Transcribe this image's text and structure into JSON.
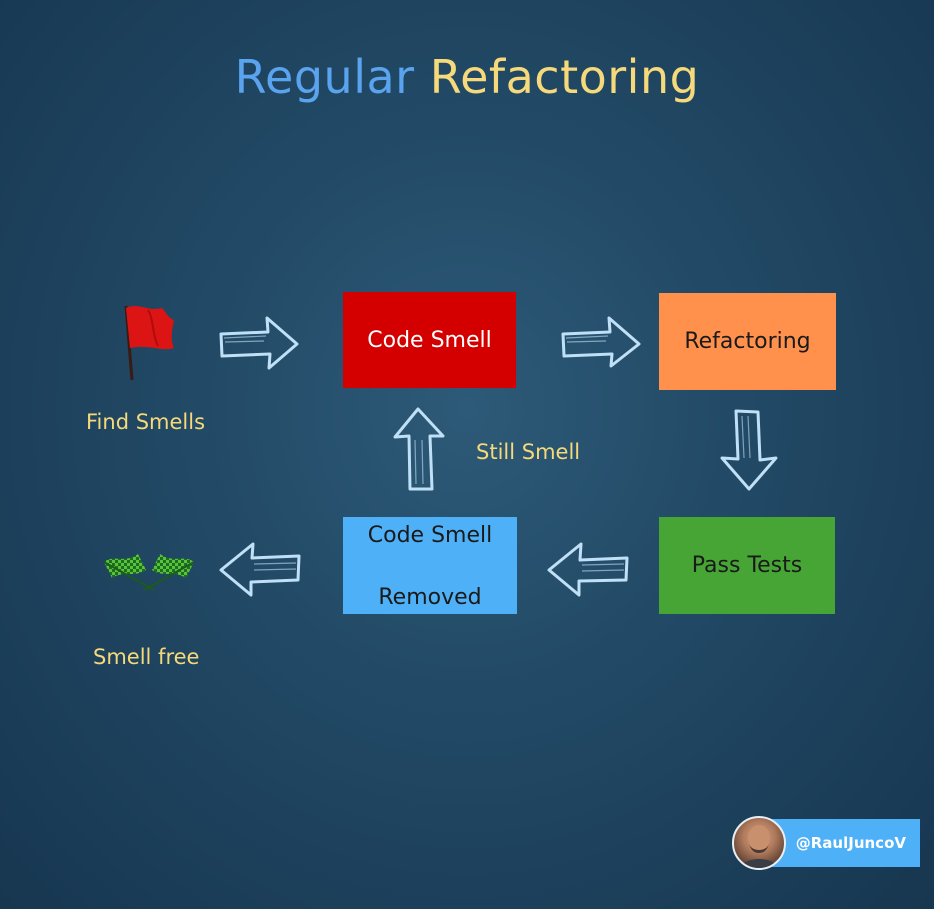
{
  "title": {
    "word1": "Regular",
    "word2": "Refactoring"
  },
  "nodes": {
    "code_smell": "Code Smell",
    "refactoring": "Refactoring",
    "pass_tests": "Pass Tests",
    "removed_line1": "Code Smell",
    "removed_line2": "Removed"
  },
  "labels": {
    "find_smells": "Find Smells",
    "still_smell": "Still Smell",
    "smell_free": "Smell free"
  },
  "author": {
    "handle": "@RaulJuncoV"
  },
  "icons": [
    "red-flag-icon",
    "checkered-flags-icon",
    "avatar-photo"
  ],
  "colors": {
    "title_blue": "#5aa3ee",
    "title_yellow": "#f5d97a",
    "code_smell": "#d40000",
    "refactoring": "#ff914d",
    "pass_tests": "#47a536",
    "removed": "#4eb0f7",
    "arrow_stroke": "#bfe0f7"
  }
}
